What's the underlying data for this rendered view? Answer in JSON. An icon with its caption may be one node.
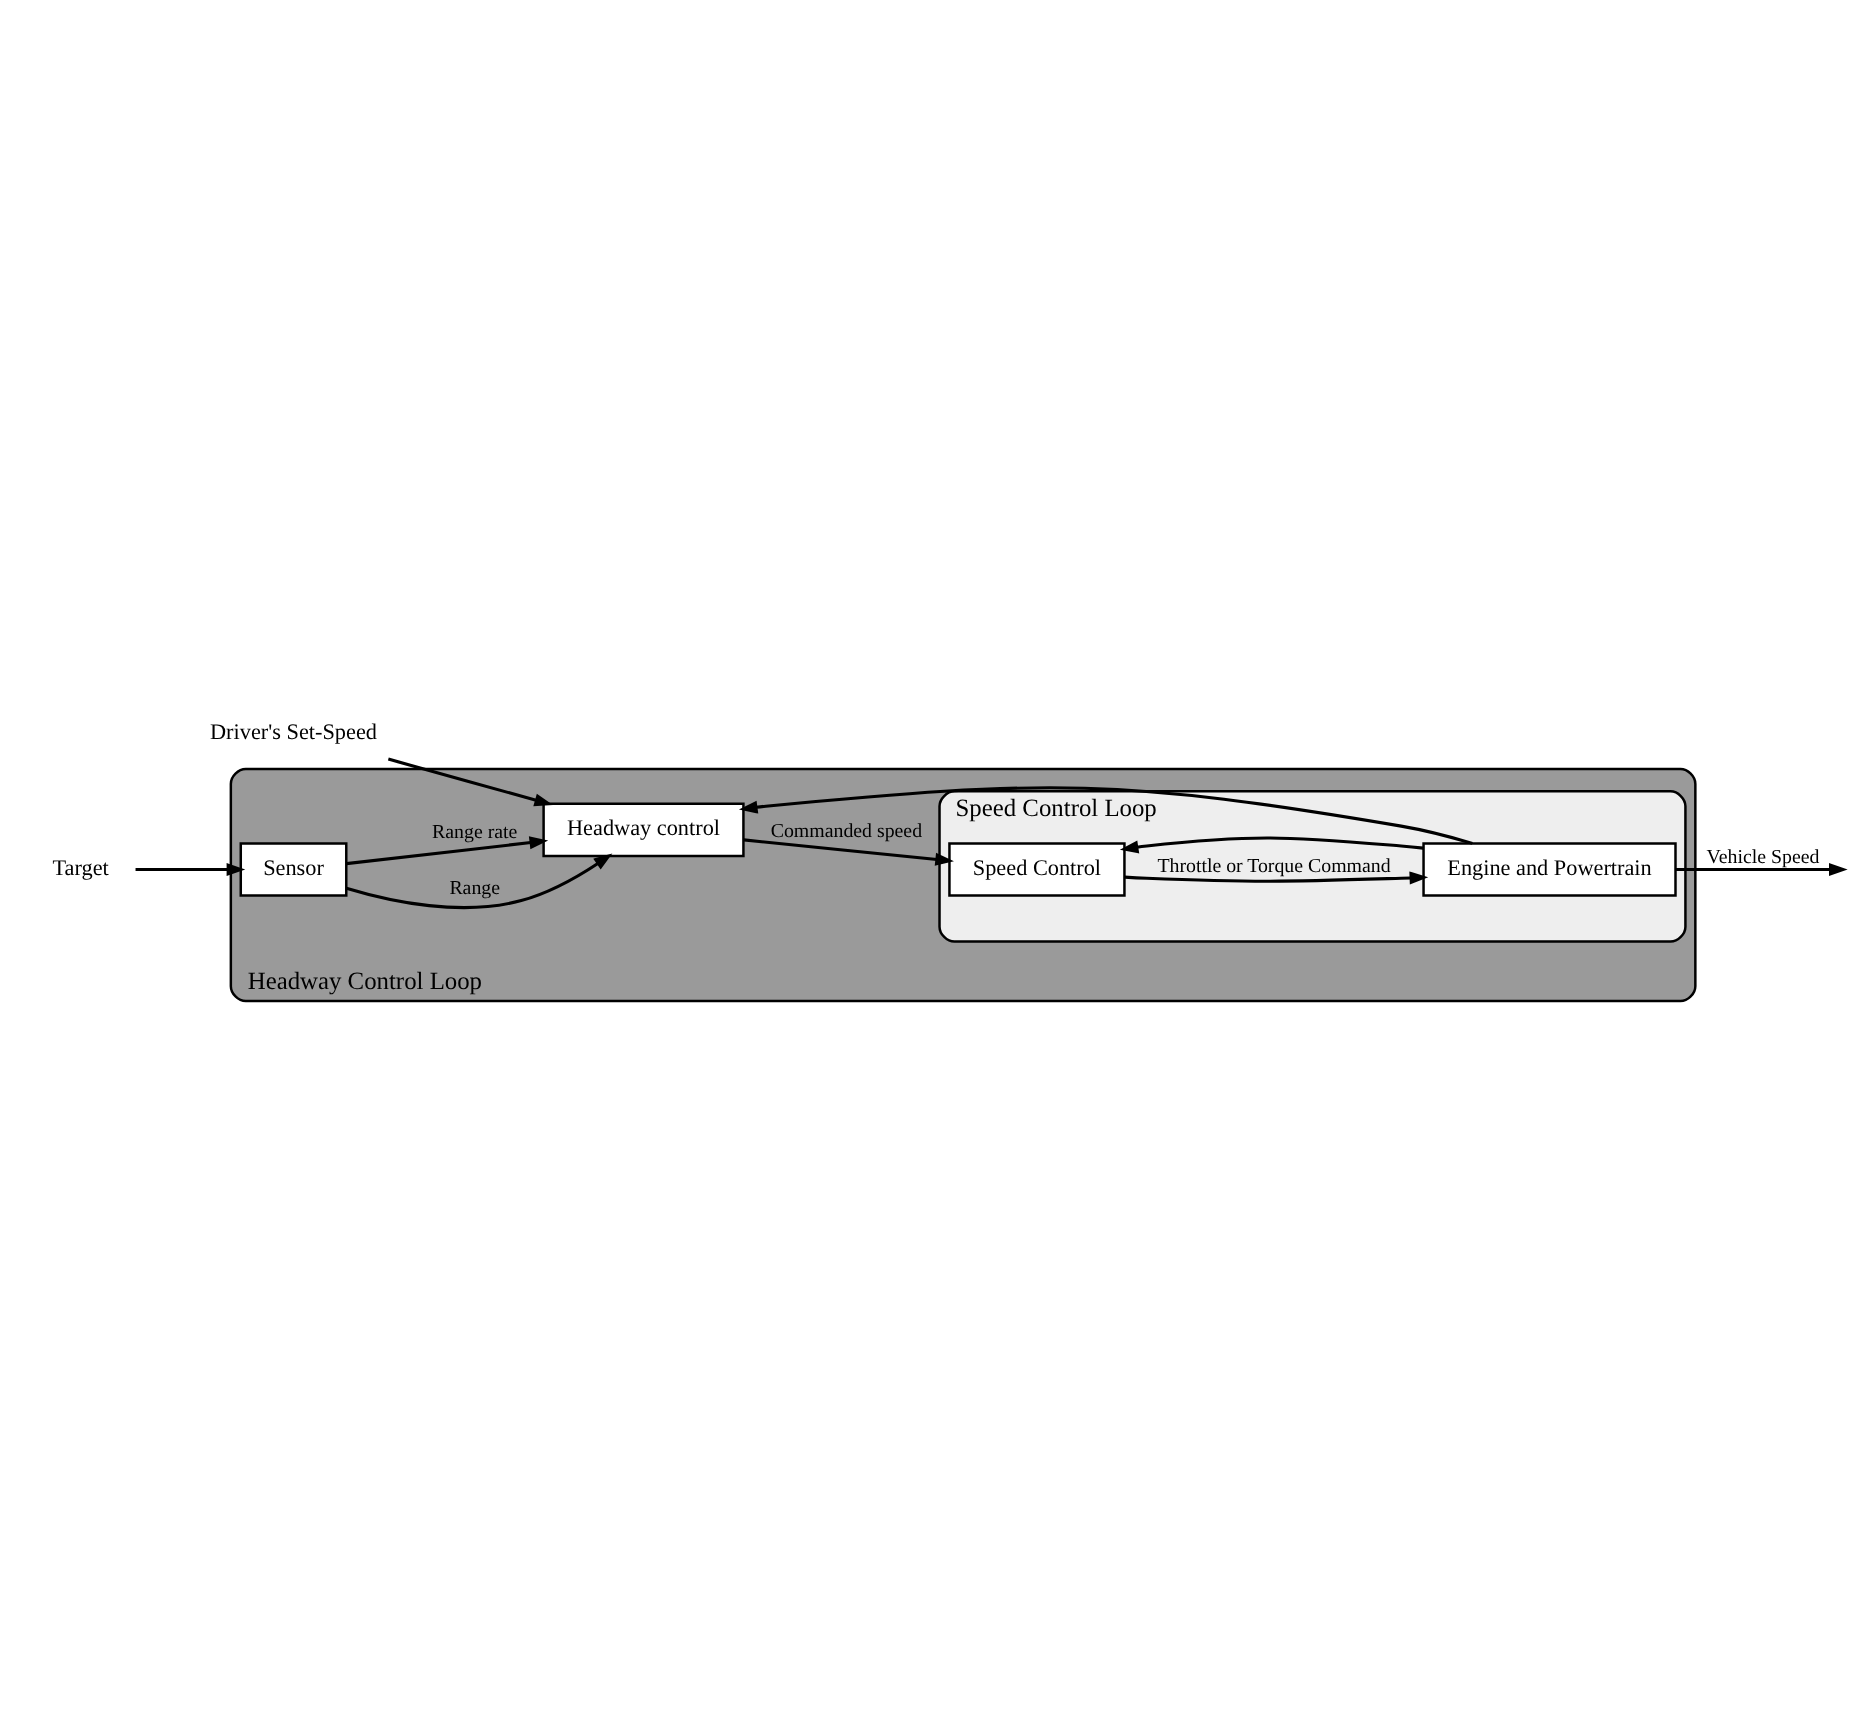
{
  "diagram": {
    "nodes": [
      {
        "text": [
          "Headway Control Loop"
        ]
      },
      {
        "text": [
          "Sensor"
        ],
        "in": 0
      },
      {
        "text": [
          "Headway control"
        ],
        "in": 0
      },
      {
        "text": [
          "Speed Control Loop"
        ],
        "in": 0
      },
      {
        "text": [
          "Speed Control"
        ],
        "in": 3
      },
      {
        "text": [
          "Engine and Powertrain"
        ],
        "in": 3
      },
      {
        "text": [
          "Target"
        ]
      },
      {
        "text": [
          "Driver's Set-Speed"
        ]
      }
    ],
    "edges": [
      {
        "from": 6,
        "to": 1,
        "arrow": "to"
      },
      {
        "from": 7,
        "to": 2,
        "arrow": "to"
      },
      {
        "from": 1,
        "to": 2,
        "arrow": "to",
        "label": "Range"
      },
      {
        "from": 1,
        "to": 2,
        "arrow": "to",
        "label": "Range rate"
      },
      {
        "from": 2,
        "to": 4,
        "arrow": "to",
        "label": "Commanded speed"
      },
      {
        "from": 4,
        "to": 5,
        "arrow": "to",
        "label": "Throttle or Torque Command"
      },
      {
        "from": 5,
        "to": null,
        "arrow": "to",
        "label": "Vehicle Speed"
      },
      {
        "from": 5,
        "to": 2,
        "arrow": "to"
      },
      {
        "from": 5,
        "to": 4,
        "arrow": "to"
      }
    ]
  }
}
